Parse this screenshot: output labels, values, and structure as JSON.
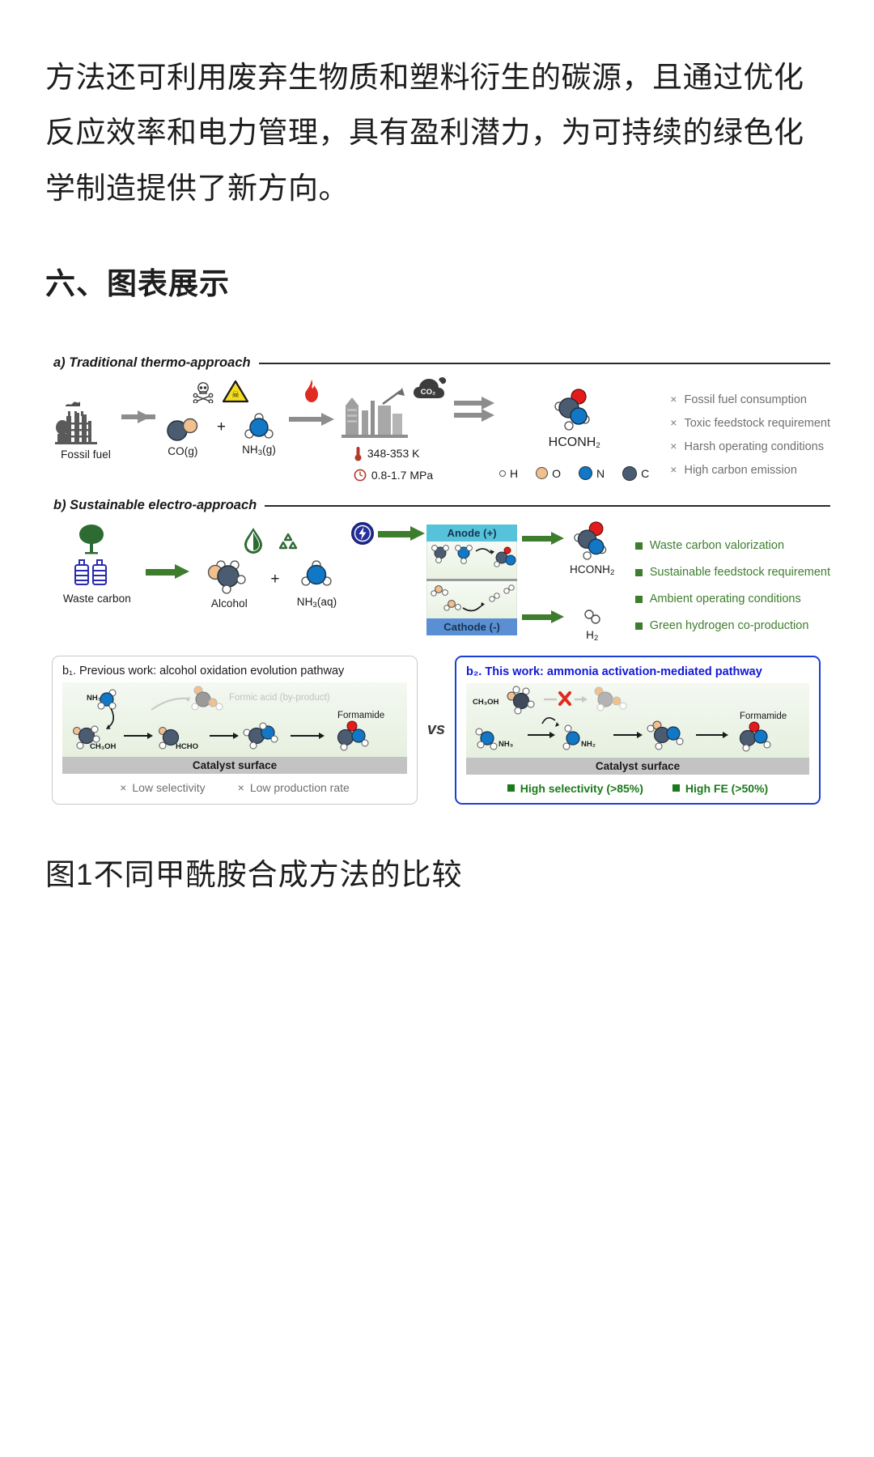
{
  "article": {
    "paragraph": "方法还可利用废弃生物质和塑料衍生的碳源，且通过优化反应效率和电力管理，具有盈利潜力，为可持续的绿色化学制造提供了新方向。",
    "section_heading": "六、图表展示",
    "figure_caption": "图1不同甲酰胺合成方法的比较"
  },
  "figure": {
    "panel_a": {
      "label": "a)",
      "title": "Traditional thermo-approach",
      "nodes": [
        {
          "caption": "Fossil fuel",
          "icon": "factory-icon"
        },
        {
          "caption": "CO(g)",
          "icon": "co-molecule-icon"
        },
        {
          "caption": "NH₃(g)",
          "icon": "nh3-molecule-icon"
        },
        {
          "caption": "HCONH₂",
          "icon": "formamide-molecule-icon"
        }
      ],
      "hazard_icons": [
        "skull-crossbones-icon",
        "warning-triangle-icon"
      ],
      "heat_icon": "flame-icon",
      "plant_icon": "chemical-plant-icon",
      "emission_icon": "co2-cloud-icon",
      "emission_label": "CO₂",
      "conditions": [
        {
          "icon": "thermometer-icon",
          "text": "348-353 K"
        },
        {
          "icon": "pressure-gauge-icon",
          "text": "0.8-1.7 MPa"
        }
      ],
      "bullets": [
        "Fossil fuel consumption",
        "Toxic feedstock requirement",
        "Harsh operating conditions",
        "High carbon emission"
      ],
      "bullet_marker": "×",
      "legend": [
        {
          "symbol": "H",
          "color": "#ffffff"
        },
        {
          "symbol": "O",
          "color": "#f2bf8e"
        },
        {
          "symbol": "N",
          "color": "#1277c4"
        },
        {
          "symbol": "C",
          "color": "#4b5b70"
        }
      ]
    },
    "panel_b": {
      "label": "b)",
      "title": "Sustainable electro-approach",
      "nodes": [
        {
          "caption": "Waste carbon",
          "icon": "tree-and-bottles-icon"
        },
        {
          "caption": "Alcohol",
          "icon": "methanol-molecule-icon"
        },
        {
          "caption": "NH₃(aq)",
          "icon": "nh3-aq-molecule-icon"
        }
      ],
      "source_icons": [
        "water-drop-icon",
        "recycle-icon"
      ],
      "power_icon": "electricity-bolt-icon",
      "cell": {
        "anode_label": "Anode (+)",
        "cathode_label": "Cathode (-)"
      },
      "products": [
        {
          "caption": "HCONH₂",
          "icon": "formamide-molecule-icon"
        },
        {
          "caption": "H₂",
          "icon": "hydrogen-molecule-icon"
        }
      ],
      "bullets": [
        "Waste carbon valorization",
        "Sustainable feedstock requirement",
        "Ambient operating conditions",
        "Green hydrogen co-production"
      ],
      "bullet_marker": "■"
    },
    "panel_b1": {
      "label": "b₁.",
      "title": "Previous work: alcohol oxidation evolution pathway",
      "byproduct_label": "Formic acid (by-product)",
      "product_label": "Formamide",
      "species": [
        "NH₃",
        "CH₃OH",
        "HCHO"
      ],
      "surface_label": "Catalyst surface",
      "footers": [
        "Low selectivity",
        "Low production rate"
      ],
      "footer_marker": "×"
    },
    "panel_b2": {
      "label": "b₂.",
      "title": "This work: ammonia activation-mediated pathway",
      "blocked_marker": "✗",
      "product_label": "Formamide",
      "species": [
        "CH₃OH",
        "NH₃",
        "NH₂"
      ],
      "surface_label": "Catalyst surface",
      "footers": [
        "High selectivity (>85%)",
        "High FE (>50%)"
      ],
      "footer_marker": "■"
    },
    "vs_label": "vs",
    "colors": {
      "green": "#3f7d2e",
      "blue": "#1218d8",
      "anode": "#56c3da",
      "cathode": "#5b8fd4",
      "grey": "#8d8d8d"
    }
  }
}
